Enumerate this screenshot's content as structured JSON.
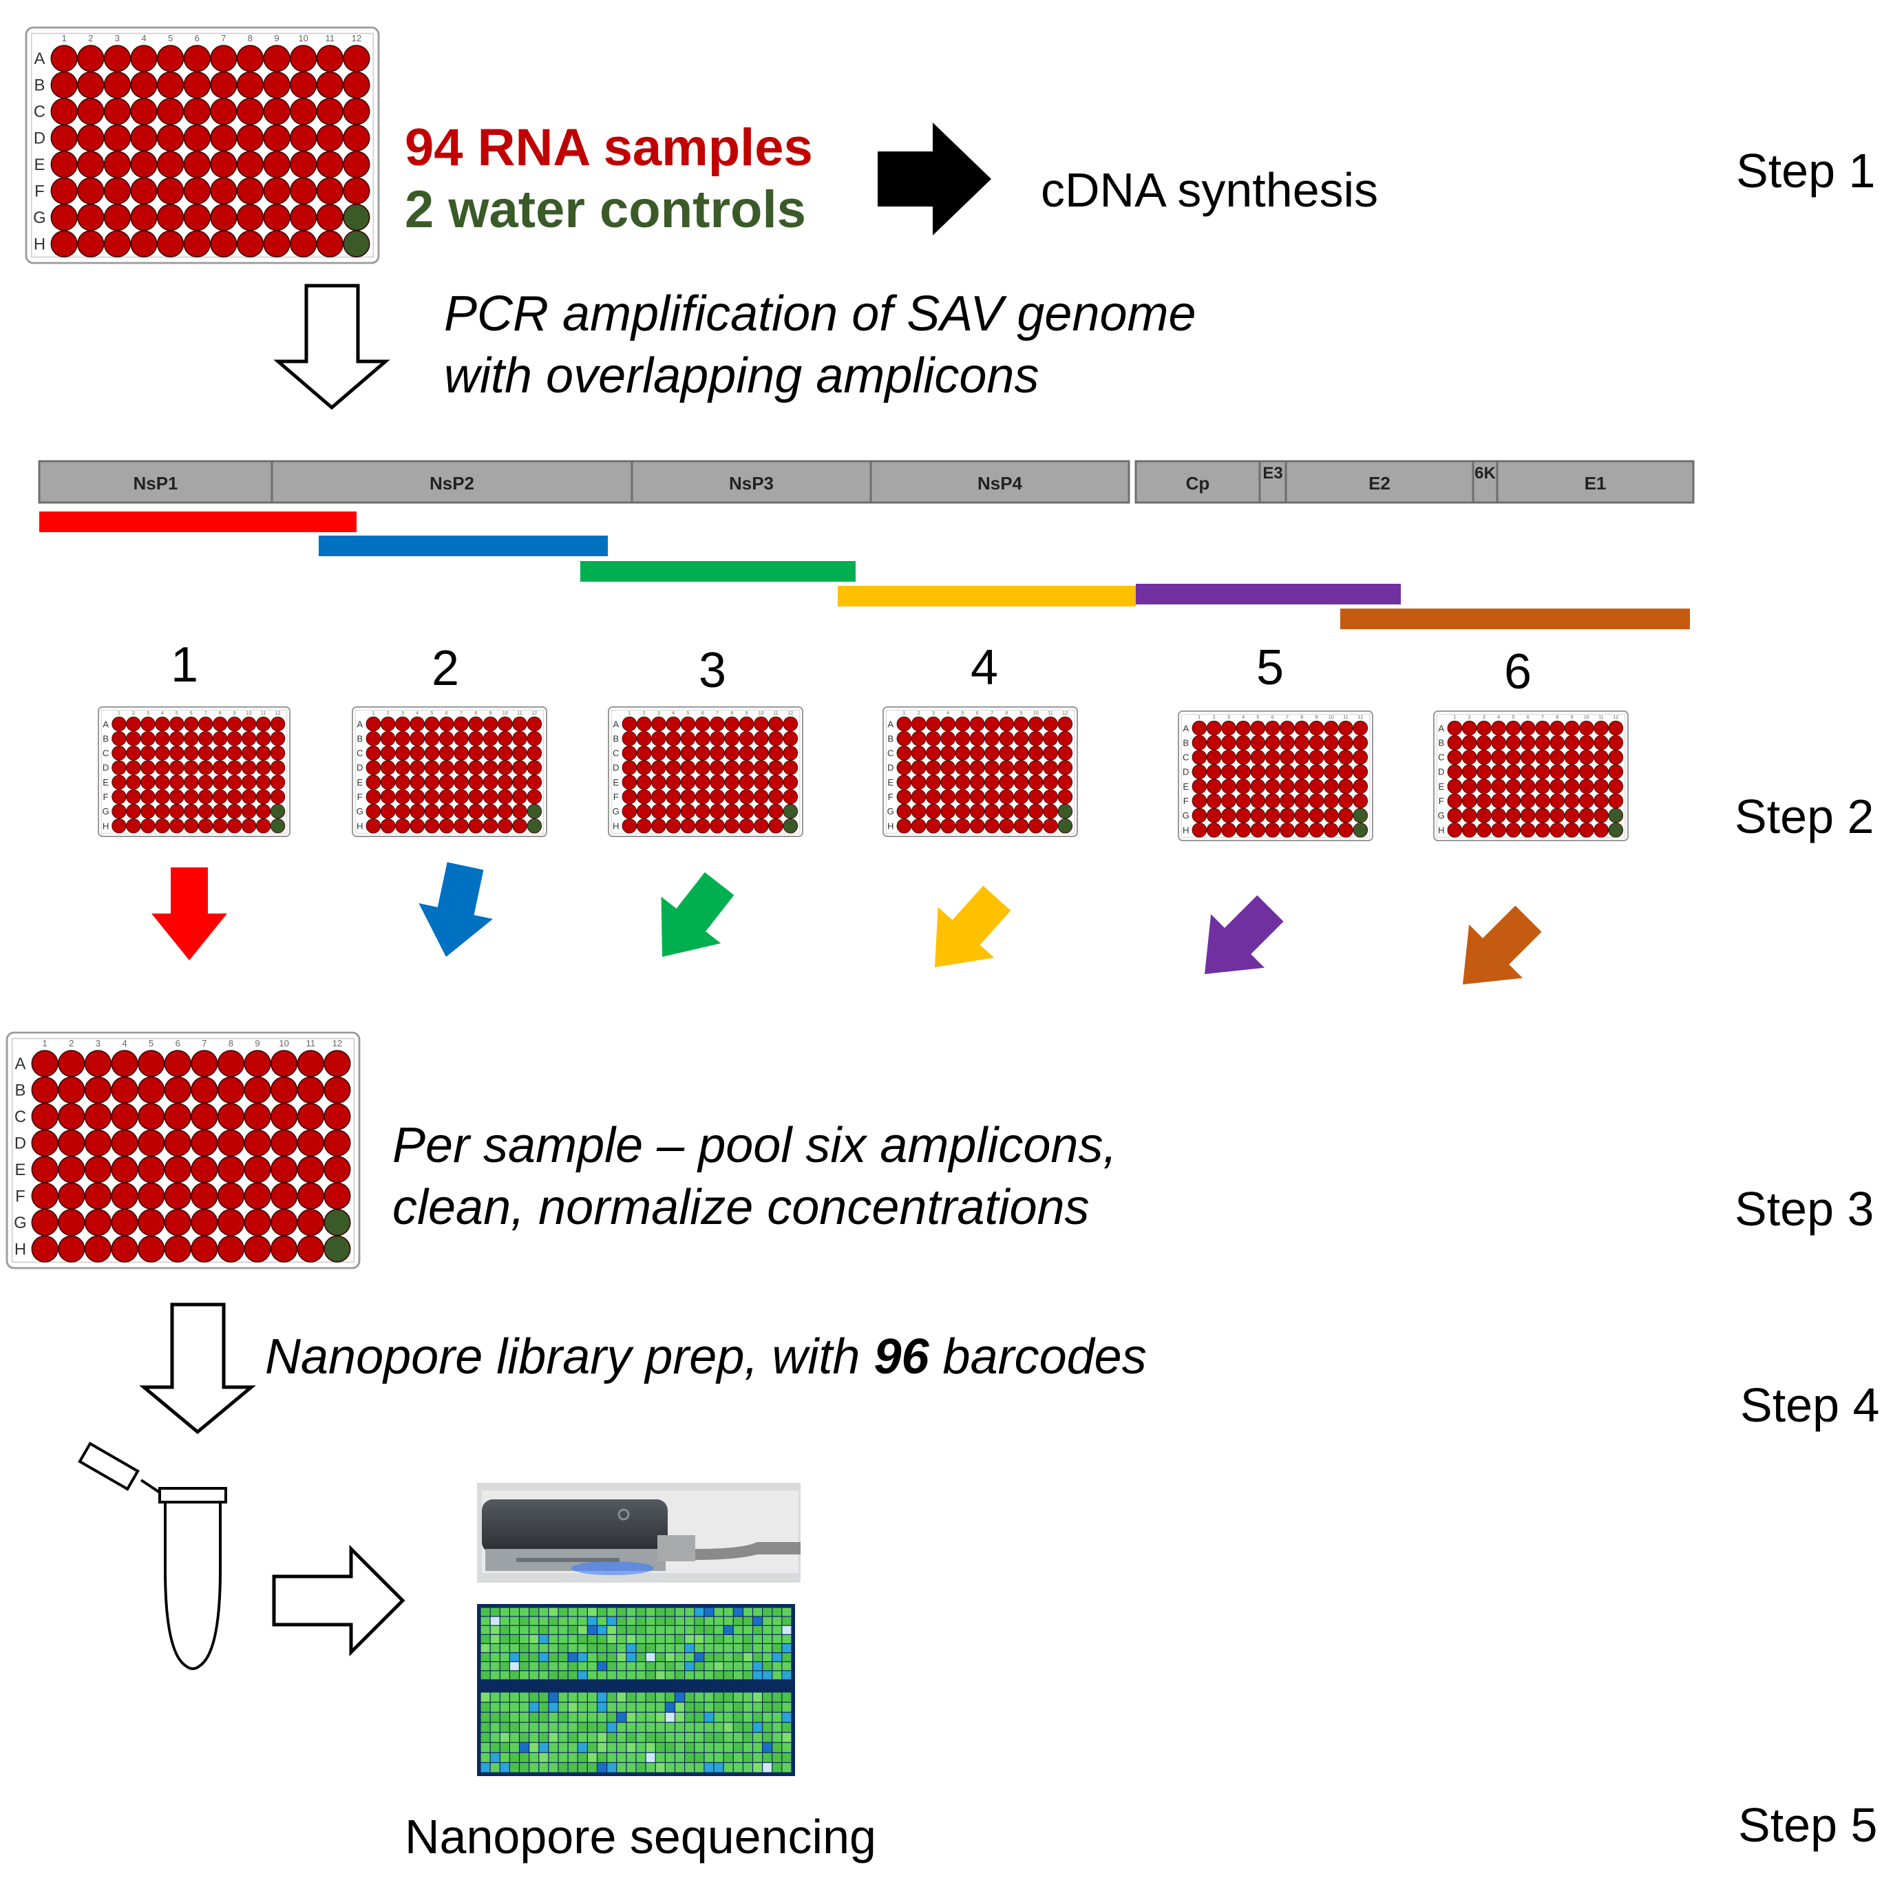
{
  "colors": {
    "well_red": "#c00000",
    "well_green": "#3a5a28",
    "amp1": "#ff0000",
    "amp2": "#0070c0",
    "amp3": "#00b050",
    "amp4": "#ffc000",
    "amp5": "#7030a0",
    "amp6": "#c55a11",
    "genome_bar": "#a6a6a6"
  },
  "plate": {
    "row_letters": [
      "A",
      "B",
      "C",
      "D",
      "E",
      "F",
      "G",
      "H"
    ],
    "col_numbers": [
      "1",
      "2",
      "3",
      "4",
      "5",
      "6",
      "7",
      "8",
      "9",
      "10",
      "11",
      "12"
    ]
  },
  "step1": {
    "samples_label": "94 RNA samples",
    "controls_label": "2 water controls",
    "result_label": "cDNA synthesis",
    "step_label": "Step 1"
  },
  "pcr": {
    "line1": "PCR amplification of SAV genome",
    "line2": "with overlapping amplicons"
  },
  "genome": {
    "segments": [
      "NsP1",
      "NsP2",
      "NsP3",
      "NsP4",
      "Cp",
      "E3",
      "E2",
      "6K",
      "E1"
    ]
  },
  "amplicons": {
    "numbers": [
      "1",
      "2",
      "3",
      "4",
      "5",
      "6"
    ]
  },
  "step2": {
    "step_label": "Step 2"
  },
  "step3": {
    "line1": "Per sample – pool six amplicons,",
    "line2": "clean, normalize concentrations",
    "step_label": "Step 3"
  },
  "step4": {
    "library_prefix": "Nanopore library prep, with ",
    "library_num": "96",
    "library_suffix": " barcodes",
    "step_label": "Step 4"
  },
  "step5": {
    "sequencing_label": "Nanopore sequencing",
    "step_label": "Step 5"
  }
}
